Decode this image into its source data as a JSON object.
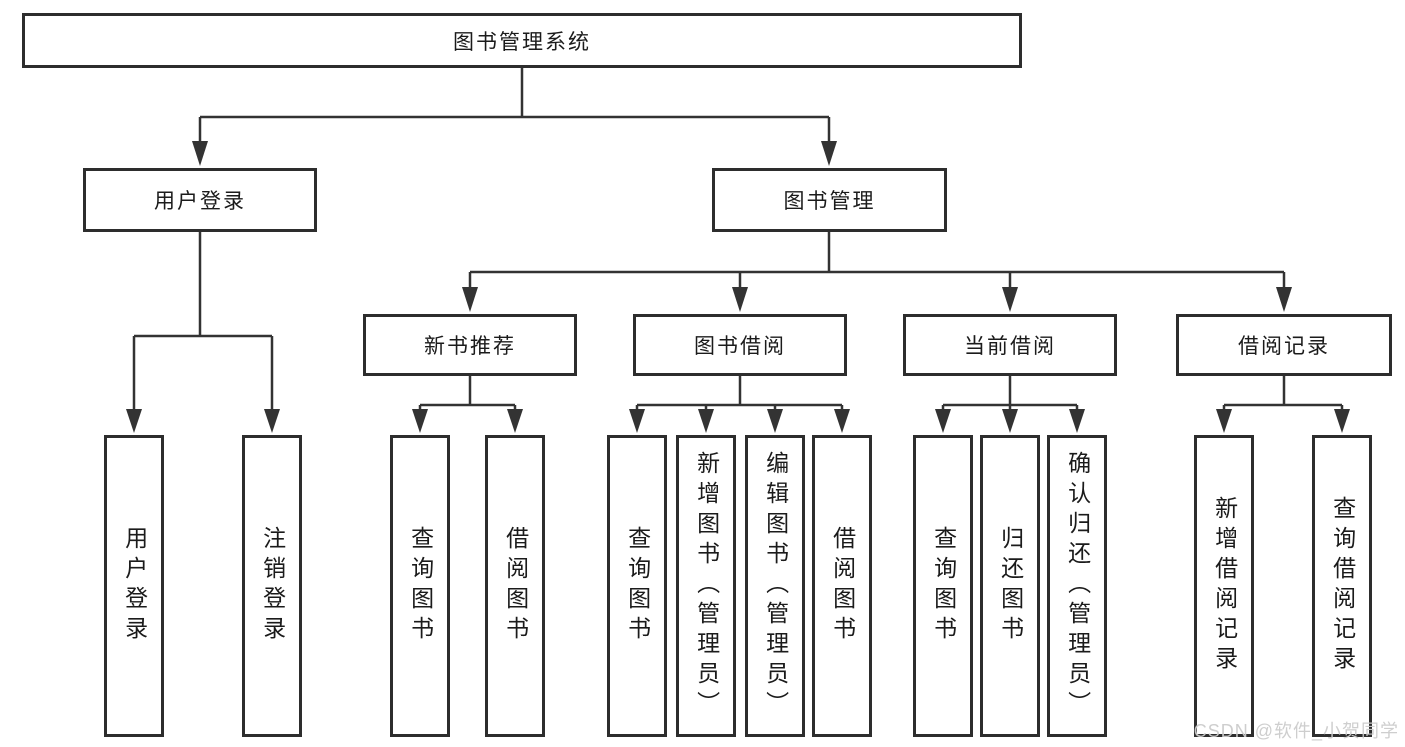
{
  "diagram": {
    "root": {
      "label": "图书管理系统"
    },
    "branches": [
      {
        "label": "用户登录",
        "children": [
          {
            "label": "用户登录"
          },
          {
            "label": "注销登录"
          }
        ]
      },
      {
        "label": "图书管理",
        "sections": [
          {
            "label": "新书推荐",
            "children": [
              {
                "label": "查询图书"
              },
              {
                "label": "借阅图书"
              }
            ]
          },
          {
            "label": "图书借阅",
            "children": [
              {
                "label": "查询图书"
              },
              {
                "label": "新增图书（管理员）"
              },
              {
                "label": "编辑图书（管理员）"
              },
              {
                "label": "借阅图书"
              }
            ]
          },
          {
            "label": "当前借阅",
            "children": [
              {
                "label": "查询图书"
              },
              {
                "label": "归还图书"
              },
              {
                "label": "确认归还（管理员）"
              }
            ]
          },
          {
            "label": "借阅记录",
            "children": [
              {
                "label": "新增借阅记录"
              },
              {
                "label": "查询借阅记录"
              }
            ]
          }
        ]
      }
    ]
  },
  "watermark": {
    "label": "CSDN @软件_小贺同学"
  },
  "colors": {
    "line": "#333333",
    "border": "#2d2d2d",
    "text": "#1b1b1b",
    "background": "#ffffff",
    "watermark": "#cbcbcb"
  }
}
